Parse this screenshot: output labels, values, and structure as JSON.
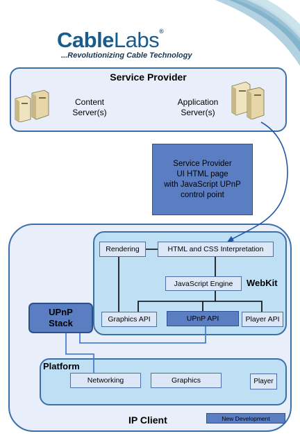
{
  "logo": {
    "brand_bold": "Cable",
    "brand_light": "Labs",
    "tagline": "...Revolutionizing Cable Technology"
  },
  "service_provider": {
    "title": "Service Provider",
    "content_server": "Content\nServer(s)",
    "application_server": "Application\nServer(s)"
  },
  "ui_page_box": {
    "text": "Service Provider\nUI HTML page\nwith JavaScript UPnP\ncontrol point"
  },
  "webkit": {
    "title": "WebKit",
    "rendering": "Rendering",
    "html_css": "HTML and  CSS Interpretation",
    "js_engine": "JavaScript Engine",
    "graphics_api": "Graphics API",
    "upnp_api": "UPnP API",
    "player_api": "Player API"
  },
  "upnp_stack": {
    "label": "UPnP\nStack"
  },
  "platform": {
    "title": "Platform",
    "networking": "Networking",
    "graphics": "Graphics",
    "player": "Player"
  },
  "ip_client": {
    "title": "IP Client"
  },
  "legend": {
    "new_development": "New Development"
  },
  "colors": {
    "new_development": "#5b7ec2",
    "light_box": "#dce8f7",
    "panel": "#e9effa",
    "outline": "#3a6fa8"
  }
}
